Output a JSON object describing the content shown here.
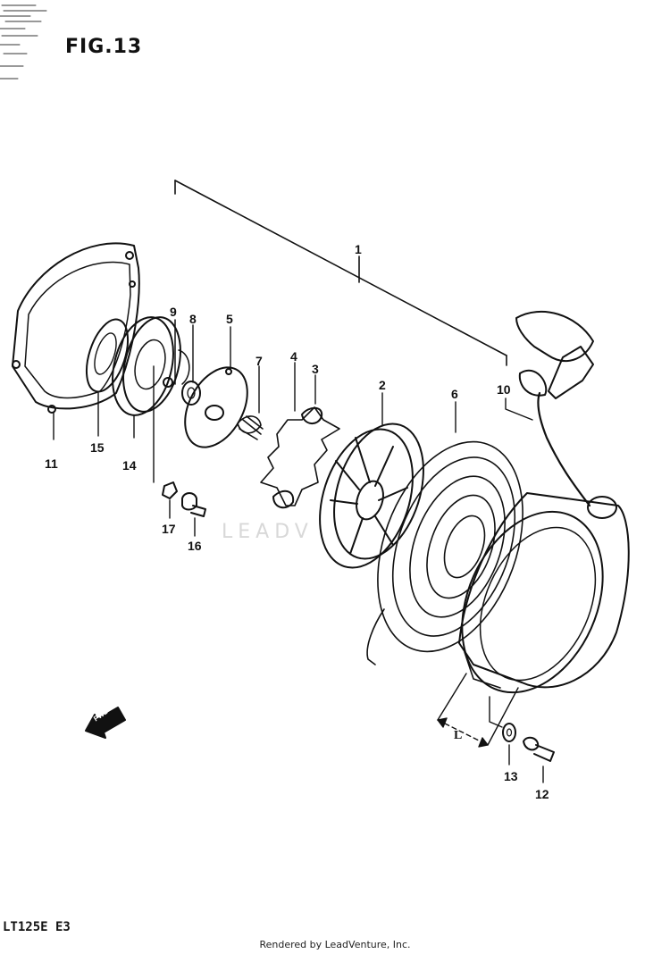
{
  "figure": {
    "title": "FIG.13",
    "model_code": "LT125E  E3"
  },
  "footer": {
    "text": "Rendered by LeadVenture, Inc."
  },
  "watermark": {
    "text": "LEADV"
  },
  "direction": {
    "label": "FWD"
  },
  "dimension": {
    "label": "L"
  },
  "callouts": {
    "p1": "1",
    "p2": "2",
    "p3": "3",
    "p4": "4",
    "p5": "5",
    "p6": "6",
    "p7": "7",
    "p8": "8",
    "p9": "9",
    "p10": "10",
    "p11": "11",
    "p12": "12",
    "p13": "13",
    "p14": "14",
    "p15": "15",
    "p16": "16",
    "p17": "17"
  }
}
